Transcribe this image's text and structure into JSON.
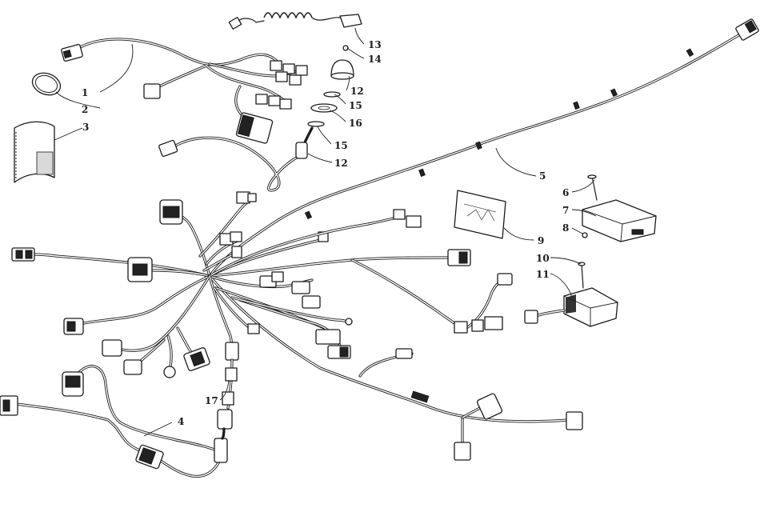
{
  "callouts": [
    {
      "id": "c1",
      "label": "1"
    },
    {
      "id": "c2",
      "label": "2"
    },
    {
      "id": "c3",
      "label": "3"
    },
    {
      "id": "c4",
      "label": "4"
    },
    {
      "id": "c5",
      "label": "5"
    },
    {
      "id": "c6",
      "label": "6"
    },
    {
      "id": "c7",
      "label": "7"
    },
    {
      "id": "c8",
      "label": "8"
    },
    {
      "id": "c9",
      "label": "9"
    },
    {
      "id": "c10",
      "label": "10"
    },
    {
      "id": "c11",
      "label": "11"
    },
    {
      "id": "c12a",
      "label": "12"
    },
    {
      "id": "c12b",
      "label": "12"
    },
    {
      "id": "c13",
      "label": "13"
    },
    {
      "id": "c14",
      "label": "14"
    },
    {
      "id": "c15a",
      "label": "15"
    },
    {
      "id": "c15b",
      "label": "15"
    },
    {
      "id": "c16",
      "label": "16"
    },
    {
      "id": "c17",
      "label": "17"
    }
  ]
}
